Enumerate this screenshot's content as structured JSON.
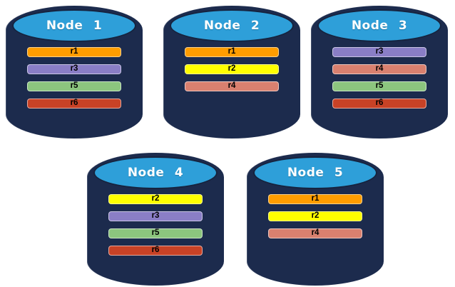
{
  "diagram": {
    "title": "replicated-database-nodes",
    "background_color": "#ffffff",
    "cylinder": {
      "body_color": "#1C2B4D",
      "top_ellipse_color": "#2E9FD9",
      "outline_color": "#16233E",
      "title_text_color": "#ffffff"
    },
    "replica_colors": {
      "r1": "#FF9D00",
      "r2": "#FFFF00",
      "r3": "#8A7EC6",
      "r4": "#D9806F",
      "r5": "#8CC57E",
      "r6": "#C84226"
    },
    "bar_text_color": "#000000",
    "nodes": [
      {
        "label": "Node 1",
        "replicas": [
          "r1",
          "r3",
          "r5",
          "r6"
        ]
      },
      {
        "label": "Node 2",
        "replicas": [
          "r1",
          "r2",
          "r4"
        ]
      },
      {
        "label": "Node 3",
        "replicas": [
          "r3",
          "r4",
          "r5",
          "r6"
        ]
      },
      {
        "label": "Node 4",
        "replicas": [
          "r2",
          "r3",
          "r5",
          "r6"
        ]
      },
      {
        "label": "Node 5",
        "replicas": [
          "r1",
          "r2",
          "r4"
        ]
      }
    ]
  }
}
